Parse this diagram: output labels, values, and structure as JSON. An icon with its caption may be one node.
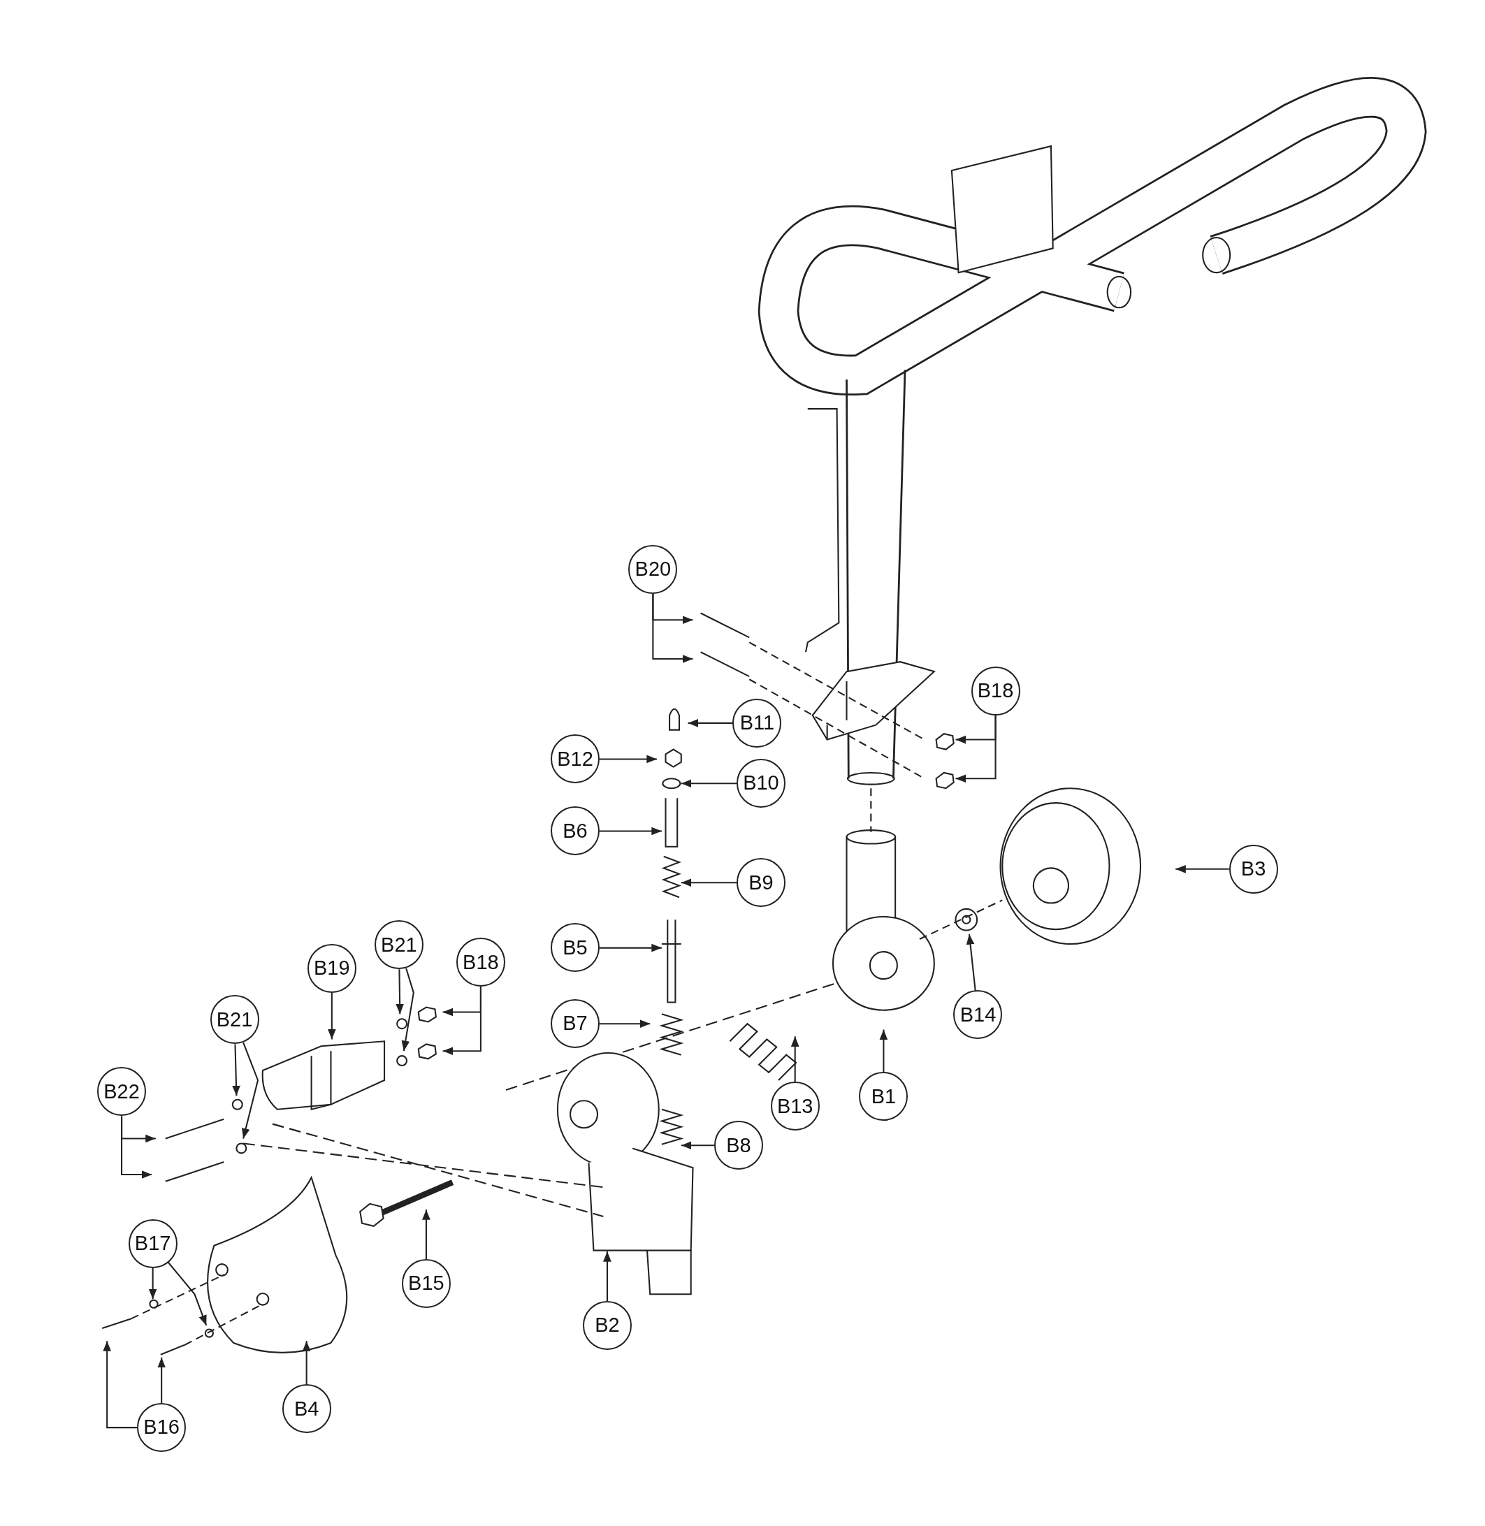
{
  "diagram": {
    "nodes": [
      {
        "text": [
          "B20"
        ]
      },
      {
        "text": [
          "B18"
        ]
      },
      {
        "text": [
          "B11"
        ]
      },
      {
        "text": [
          "B12"
        ]
      },
      {
        "text": [
          "B10"
        ]
      },
      {
        "text": [
          "B6"
        ]
      },
      {
        "text": [
          "B9"
        ]
      },
      {
        "text": [
          "B3"
        ]
      },
      {
        "text": [
          "B5"
        ]
      },
      {
        "text": [
          "B21"
        ]
      },
      {
        "text": [
          "B18"
        ]
      },
      {
        "text": [
          "B19"
        ]
      },
      {
        "text": [
          "B21"
        ]
      },
      {
        "text": [
          "B7"
        ]
      },
      {
        "text": [
          "B13"
        ]
      },
      {
        "text": [
          "B1"
        ]
      },
      {
        "text": [
          "B14"
        ]
      },
      {
        "text": [
          "B22"
        ]
      },
      {
        "text": [
          "B8"
        ]
      },
      {
        "text": [
          "B17"
        ]
      },
      {
        "text": [
          "B15"
        ]
      },
      {
        "text": [
          "B2"
        ]
      },
      {
        "text": [
          "B4"
        ]
      },
      {
        "text": [
          "B16"
        ]
      }
    ],
    "edges": [
      {
        "from": 0,
        "to": null,
        "arrow": "to"
      },
      {
        "from": 0,
        "to": null,
        "arrow": "to"
      },
      {
        "from": 1,
        "to": null,
        "arrow": "to"
      },
      {
        "from": 1,
        "to": null,
        "arrow": "to"
      },
      {
        "from": 2,
        "to": null,
        "arrow": "to"
      },
      {
        "from": 3,
        "to": null,
        "arrow": "to"
      },
      {
        "from": 4,
        "to": null,
        "arrow": "to"
      },
      {
        "from": 5,
        "to": null,
        "arrow": "to"
      },
      {
        "from": 6,
        "to": null,
        "arrow": "to"
      },
      {
        "from": 7,
        "to": null,
        "arrow": "to"
      },
      {
        "from": 8,
        "to": null,
        "arrow": "to"
      },
      {
        "from": 9,
        "to": null,
        "arrow": "to"
      },
      {
        "from": 9,
        "to": null,
        "arrow": "to"
      },
      {
        "from": 10,
        "to": null,
        "arrow": "to"
      },
      {
        "from": 10,
        "to": null,
        "arrow": "to"
      },
      {
        "from": 11,
        "to": null,
        "arrow": "to"
      },
      {
        "from": 12,
        "to": null,
        "arrow": "to"
      },
      {
        "from": 12,
        "to": null,
        "arrow": "to"
      },
      {
        "from": 13,
        "to": null,
        "arrow": "to"
      },
      {
        "from": 14,
        "to": null,
        "arrow": "to"
      },
      {
        "from": 15,
        "to": null,
        "arrow": "to"
      },
      {
        "from": 16,
        "to": null,
        "arrow": "to"
      },
      {
        "from": 17,
        "to": null,
        "arrow": "to"
      },
      {
        "from": 17,
        "to": null,
        "arrow": "to"
      },
      {
        "from": 18,
        "to": null,
        "arrow": "to"
      },
      {
        "from": 19,
        "to": null,
        "arrow": "to"
      },
      {
        "from": 19,
        "to": null,
        "arrow": "to"
      },
      {
        "from": 20,
        "to": null,
        "arrow": "to"
      },
      {
        "from": 21,
        "to": null,
        "arrow": "to"
      },
      {
        "from": 22,
        "to": null,
        "arrow": "to"
      },
      {
        "from": 23,
        "to": null,
        "arrow": "to"
      },
      {
        "from": 23,
        "to": null,
        "arrow": "to"
      }
    ]
  }
}
